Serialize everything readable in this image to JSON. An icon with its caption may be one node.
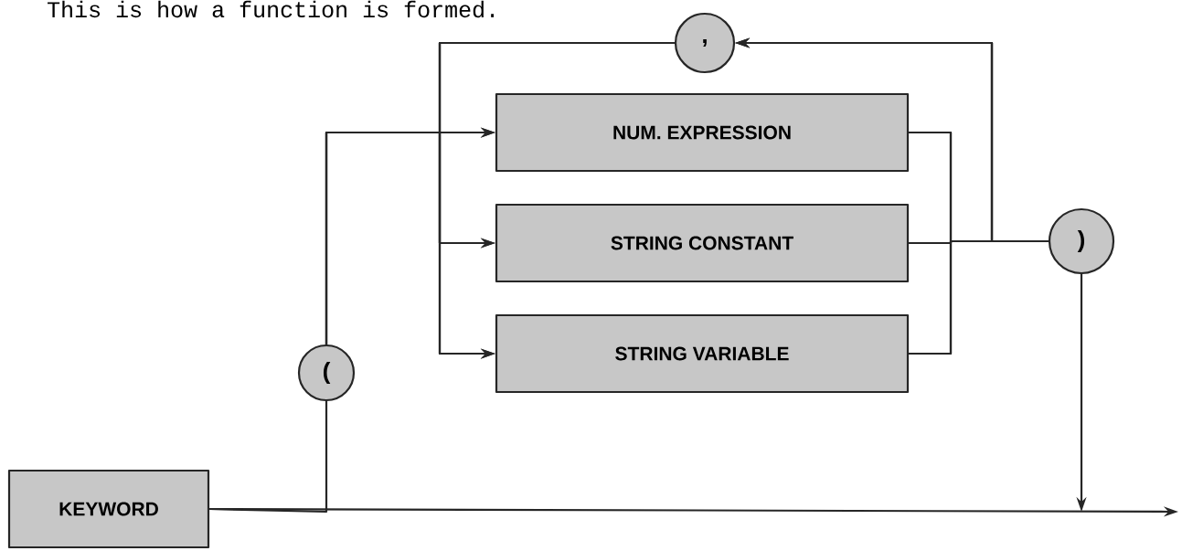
{
  "diagram": {
    "nodes": [
      {
        "text": [
          "KEYWORD"
        ]
      },
      {
        "text": [
          "("
        ]
      },
      {
        "text": [
          "NUM. EXPRESSION"
        ]
      },
      {
        "text": [
          "STRING CONSTANT"
        ]
      },
      {
        "text": [
          "STRING VARIABLE"
        ]
      },
      {
        "text": [
          ","
        ]
      },
      {
        "text": [
          ")"
        ]
      }
    ],
    "edges": [
      {
        "from": 0,
        "to": 1,
        "arrow": "none"
      },
      {
        "from": 1,
        "to": 2,
        "arrow": "to"
      },
      {
        "from": 1,
        "to": 3,
        "arrow": "to"
      },
      {
        "from": 1,
        "to": 4,
        "arrow": "to"
      },
      {
        "from": 5,
        "to": 2,
        "arrow": "to"
      },
      {
        "from": 5,
        "to": 3,
        "arrow": "to"
      },
      {
        "from": 5,
        "to": 4,
        "arrow": "to"
      },
      {
        "from": 2,
        "to": 6,
        "arrow": "none"
      },
      {
        "from": 3,
        "to": 6,
        "arrow": "none"
      },
      {
        "from": 4,
        "to": 6,
        "arrow": "none"
      },
      {
        "from": 2,
        "to": 5,
        "arrow": "to"
      },
      {
        "from": 3,
        "to": 5,
        "arrow": "to"
      },
      {
        "from": 4,
        "to": 5,
        "arrow": "to"
      },
      {
        "from": 6,
        "to": null,
        "arrow": "to"
      },
      {
        "from": 0,
        "to": null,
        "arrow": "to"
      }
    ],
    "labels": [
      "This is how a function is formed."
    ]
  }
}
